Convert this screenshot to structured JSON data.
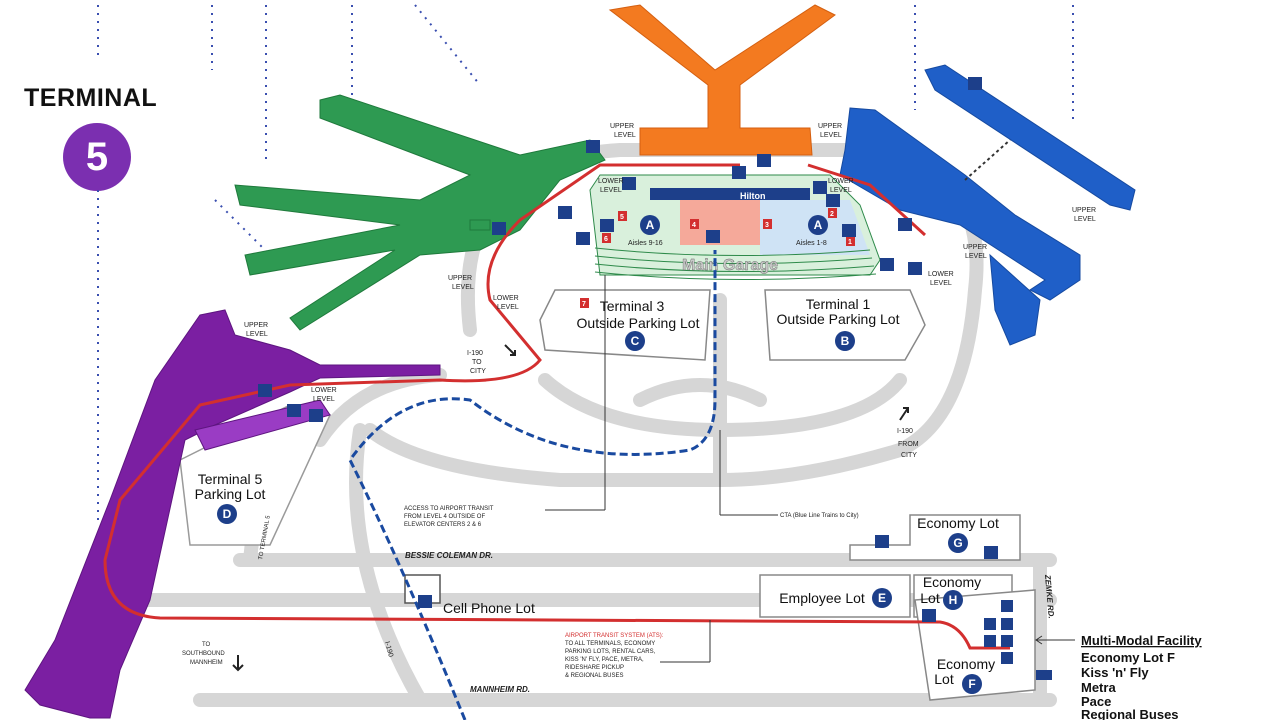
{
  "badge": {
    "title": "TERMINAL",
    "number": "5"
  },
  "colors": {
    "terminal_green": "#2e9a52",
    "terminal_orange": "#f37a20",
    "terminal_blue": "#1f5fc8",
    "terminal_purple": "#7b1fa2",
    "transit_red": "#d32f2f",
    "cta_blue": "#1a4aa0",
    "badge_purple": "#7b2fb0"
  },
  "garage": {
    "title": "Main Garage",
    "hotel": "Hilton",
    "aisles_left": "Aisles 9-16",
    "aisles_right": "Aisles 1-8",
    "letter": "A"
  },
  "lots": {
    "t3": {
      "name": "Terminal 3",
      "sub": "Outside Parking Lot",
      "letter": "C"
    },
    "t1": {
      "name": "Terminal 1",
      "sub": "Outside Parking Lot",
      "letter": "B"
    },
    "t5": {
      "name": "Terminal 5",
      "sub": "Parking Lot",
      "letter": "D"
    },
    "econ_g": {
      "name": "Economy Lot",
      "letter": "G"
    },
    "econ_h": {
      "name": "Economy",
      "sub": "Lot",
      "letter": "H"
    },
    "econ_f": {
      "name": "Economy",
      "sub": "Lot",
      "letter": "F"
    },
    "employee": {
      "name": "Employee Lot",
      "letter": "E"
    },
    "cellphone": {
      "name": "Cell Phone Lot"
    }
  },
  "level_labels": {
    "upper": [
      "UPPER",
      "LEVEL"
    ],
    "lower": [
      "LOWER",
      "LEVEL"
    ]
  },
  "highway": {
    "to_city": [
      "I-190",
      "TO",
      "CITY"
    ],
    "from_city": [
      "I-190",
      "FROM",
      "CITY"
    ],
    "i190": "I-190",
    "to_terminal5": "TO TERMINAL 5",
    "to_mannheim": [
      "TO",
      "SOUTHBOUND",
      "MANNHEIM"
    ]
  },
  "roads": {
    "bessie": "BESSIE COLEMAN DR.",
    "mannheim": "MANNHEIM RD.",
    "zemke": "ZEMKE RD."
  },
  "annotations": {
    "access": [
      "ACCESS TO AIRPORT TRANSIT",
      "FROM LEVEL 4 OUTSIDE OF",
      "ELEVATOR CENTERS 2 & 6"
    ],
    "cta": "CTA (Blue Line Trains to City)",
    "ats_title": "AIRPORT TRANSIT SYSTEM (ATS):",
    "ats_lines": [
      "TO ALL TERMINALS, ECONOMY",
      "PARKING LOTS, RENTAL CARS,",
      "KISS 'N' FLY, PACE, METRA,",
      "RIDESHARE PICKUP",
      "& REGIONAL BUSES"
    ]
  },
  "multimodal": {
    "title": "Multi-Modal Facility",
    "items": [
      "Economy Lot F",
      "Kiss 'n' Fly",
      "Metra",
      "Pace",
      "Regional Buses"
    ]
  },
  "elevator_numbers": [
    "1",
    "2",
    "3",
    "4",
    "5",
    "6",
    "7"
  ]
}
